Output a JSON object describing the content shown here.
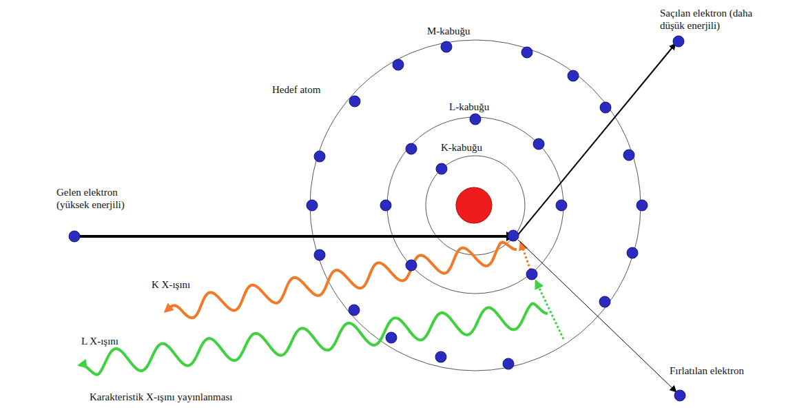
{
  "diagram": {
    "labels": [
      "M-kabuğu",
      "Saçılan elektron (daha düşük enerjili)",
      "Hedef atom",
      "L-kabuğu",
      "K-kabuğu",
      "Gelen elektron (yüksek enerjili)",
      "K X-ışını",
      "L X-ışını",
      "Fırlatılan elektron",
      "Karakteristik X-ışını yayınlanması"
    ]
  }
}
